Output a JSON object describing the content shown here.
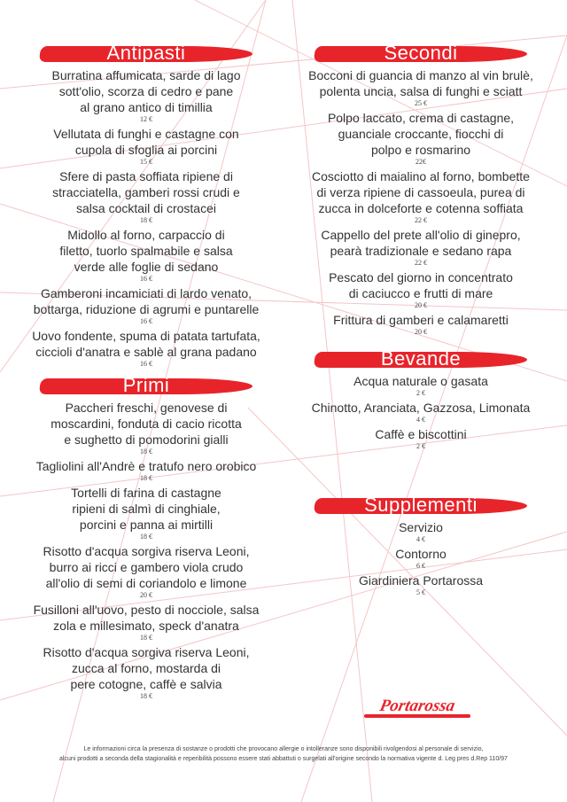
{
  "sections": {
    "antipasti": {
      "title": "Antipasti",
      "items": [
        {
          "name": "Burratina affumicata, sarde di lago\nsott'olio, scorza di cedro e pane\nal grano antico di timillia",
          "price": "12 €"
        },
        {
          "name": "Vellutata di funghi e castagne con\ncupola di sfoglia ai porcini",
          "price": "15 €"
        },
        {
          "name": "Sfere di pasta soffiata ripiene di\nstracciatella, gamberi rossi crudi e\nsalsa cocktail di crostacei",
          "price": "18 €"
        },
        {
          "name": "Midollo al forno, carpaccio di\nfiletto, tuorlo spalmabile e salsa\nverde alle foglie di sedano",
          "price": "16 €"
        },
        {
          "name": "Gamberoni incamiciati di lardo venato,\nbottarga, riduzione di agrumi e puntarelle",
          "price": "16 €"
        },
        {
          "name": "Uovo fondente, spuma di patata tartufata,\nciccioli d'anatra e sablè al grana padano",
          "price": "16 €"
        }
      ]
    },
    "primi": {
      "title": "Primi",
      "items": [
        {
          "name": "Paccheri freschi, genovese di\nmoscardini, fonduta di cacio ricotta\ne sughetto di pomodorini gialli",
          "price": "18 €"
        },
        {
          "name": "Tagliolini all'Andrè e tratufo nero orobico",
          "price": "18 €"
        },
        {
          "name": "Tortelli di farina di castagne\nripieni di salmì di cinghiale,\nporcini e panna ai mirtilli",
          "price": "18 €"
        },
        {
          "name": "Risotto d'acqua sorgiva riserva Leoni,\nburro ai ricci e gambero viola crudo\nall'olio di semi di coriandolo e limone",
          "price": "20 €"
        },
        {
          "name": "Fusilloni all'uovo, pesto di nocciole, salsa\nzola e millesimato, speck d'anatra",
          "price": "18 €"
        },
        {
          "name": "Risotto d'acqua sorgiva riserva Leoni,\nzucca al forno, mostarda di\npere cotogne, caffè e salvia",
          "price": "18 €"
        }
      ]
    },
    "secondi": {
      "title": "Secondi",
      "items": [
        {
          "name": "Bocconi di guancia di manzo al vin brulè,\npolenta uncia, salsa di funghi e sciatt",
          "price": "25 €"
        },
        {
          "name": "Polpo laccato, crema di castagne,\nguanciale croccante, fiocchi di\npolpo e rosmarino",
          "price": "22€"
        },
        {
          "name": "Cosciotto di maialino al forno, bombette\ndi verza ripiene di cassoeula, purea di\nzucca in dolceforte e cotenna soffiata",
          "price": "22 €"
        },
        {
          "name": "Cappello del prete all'olio di ginepro,\npearà tradizionale e sedano rapa",
          "price": "22 €"
        },
        {
          "name": "Pescato del giorno in concentrato\ndi caciucco e frutti di mare",
          "price": "20 €"
        },
        {
          "name": "Frittura di gamberi e calamaretti",
          "price": "20 €"
        }
      ]
    },
    "bevande": {
      "title": "Bevande",
      "items": [
        {
          "name": "Acqua naturale o gasata",
          "price": "2 €"
        },
        {
          "name": "Chinotto, Aranciata, Gazzosa, Limonata",
          "price": "4 €"
        },
        {
          "name": "Caffè e biscottini",
          "price": "2 €"
        }
      ]
    },
    "supplementi": {
      "title": "Supplementi",
      "items": [
        {
          "name": "Servizio",
          "price": "4 €"
        },
        {
          "name": "Contorno",
          "price": "6 €"
        },
        {
          "name": "Giardiniera Portarossa",
          "price": "5 €"
        }
      ]
    }
  },
  "logo": "Portarossa",
  "footer": {
    "line1": "Le informazioni circa la presenza di sostanze o prodotti che provocano allergie o intolleranze sono disponibili rivolgendosi al personale di servizio,",
    "line2": "alcuni prodotti a seconda della stagionalità e reperibilità possono essere stati abbattuti o surgelati all'origine secondo la normativa vigente d. Leg pres d.Rep 110/97"
  },
  "colors": {
    "accent": "#e8242b"
  }
}
